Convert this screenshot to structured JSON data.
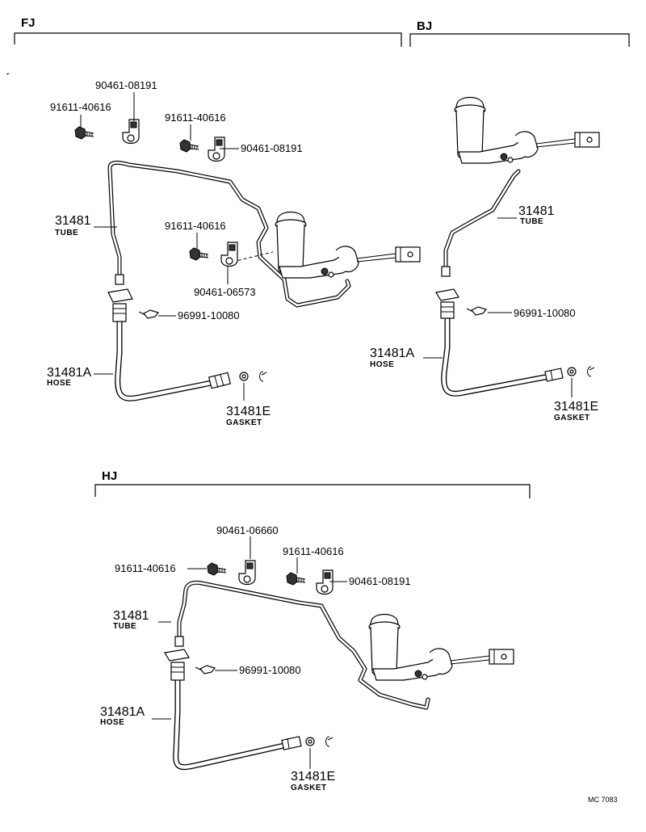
{
  "sections": {
    "fj": "FJ",
    "bj": "BJ",
    "hj": "HJ"
  },
  "fj": {
    "bolt_a": "91611-40616",
    "clamp_a": "90461-08191",
    "bolt_b": "91611-40616",
    "clamp_b": "90461-08191",
    "bolt_c": "91611-40616",
    "clamp_c": "90461-06573",
    "tube_num": "31481",
    "tube_name": "TUBE",
    "clip": "96991-10080",
    "hose_num": "31481A",
    "hose_name": "HOSE",
    "gasket_num": "31481E",
    "gasket_name": "GASKET"
  },
  "bj": {
    "tube_num": "31481",
    "tube_name": "TUBE",
    "clip": "96991-10080",
    "hose_num": "31481A",
    "hose_name": "HOSE",
    "gasket_num": "31481E",
    "gasket_name": "GASKET"
  },
  "hj": {
    "clamp_a": "90461-06660",
    "bolt_a": "91611-40616",
    "bolt_b": "91611-40616",
    "clamp_b": "90461-08191",
    "tube_num": "31481",
    "tube_name": "TUBE",
    "clip": "96991-10080",
    "hose_num": "31481A",
    "hose_name": "HOSE",
    "gasket_num": "31481E",
    "gasket_name": "GASKET"
  },
  "footer": {
    "code": "MC 7083"
  }
}
